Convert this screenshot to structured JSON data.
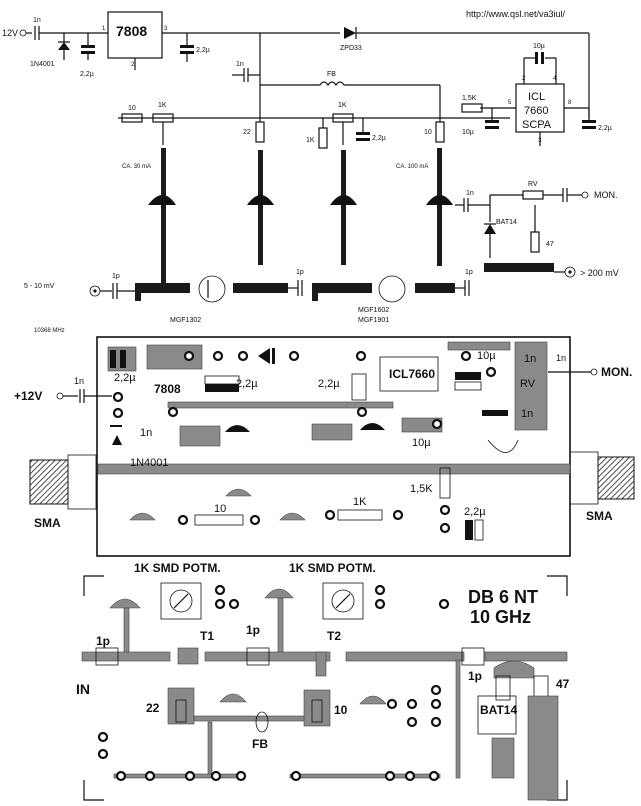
{
  "source_url": "http://www.qsl.net/va3iul/",
  "schematic": {
    "supply_in": "12V",
    "c_in": "1n",
    "diode_in": "1N4001",
    "c_in2": "2,2µ",
    "regulator": "7808",
    "reg_pin_in": "1",
    "reg_pin_gnd": "2",
    "reg_pin_out": "3",
    "c_reg_out": "2,2µ",
    "zener": "ZPD33",
    "c_icl": "10µ",
    "icl_line1": "ICL",
    "icl_line2": "7660",
    "icl_line3": "SCPA",
    "icl_pin2": "2",
    "icl_pin4": "4",
    "icl_pin3": "3",
    "icl_pin5": "5",
    "icl_pin8": "8",
    "r_icl": "1,5K",
    "c_icl_in": "10µ",
    "c_icl_out": "2,2µ",
    "c_bypass": "1n",
    "fb": "FB",
    "r10a": "10",
    "pot1": "1K",
    "pot2": "1K",
    "r1k": "1K",
    "c_pot2": "2,2µ",
    "r22": "22",
    "r10b": "10",
    "current1": "CA. 30 mA",
    "current2": "CA. 100 mA",
    "c_mon": "1n",
    "rv": "RV",
    "mon": "MON.",
    "bat14": "BAT14",
    "r47": "47",
    "c_in_rf": "1p",
    "c_mid_rf": "1p",
    "c_out_rf": "1p",
    "in_level": "5 - 10 mV",
    "out_level": "> 200 mV",
    "freq": "10368 MHz",
    "fet1": "MGF1302",
    "fet2a": "MGF1602",
    "fet2b": "MGF1901"
  },
  "board_layout": {
    "plus12": "+12V",
    "c_1n_a": "1n",
    "c_22_a": "2,2µ",
    "reg": "7808",
    "c_22_b": "2,2µ",
    "c_22_c": "2,2µ",
    "icl": "ICL7660",
    "c_10_a": "10µ",
    "c_1n_b": "1n",
    "rv": "RV",
    "c_1n_c": "1n",
    "mon": "MON.",
    "c_1n_d": "1n",
    "c_10_b": "10µ",
    "diode": "1N4001",
    "r10": "10",
    "r1k": "1K",
    "r15k": "1,5K",
    "c_22_d": "2,2µ",
    "sma_left": "SMA",
    "sma_right": "SMA"
  },
  "pcb_artwork": {
    "pot_left": "1K SMD POTM.",
    "pot_right": "1K SMD POTM.",
    "title_line1": "DB 6 NT",
    "title_line2": "10 GHz",
    "c1": "1p",
    "c2": "1p",
    "c3": "1p",
    "t1": "T1",
    "t2": "T2",
    "in": "IN",
    "r22": "22",
    "r10": "10",
    "fb": "FB",
    "bat14": "BAT14",
    "r47": "47"
  }
}
